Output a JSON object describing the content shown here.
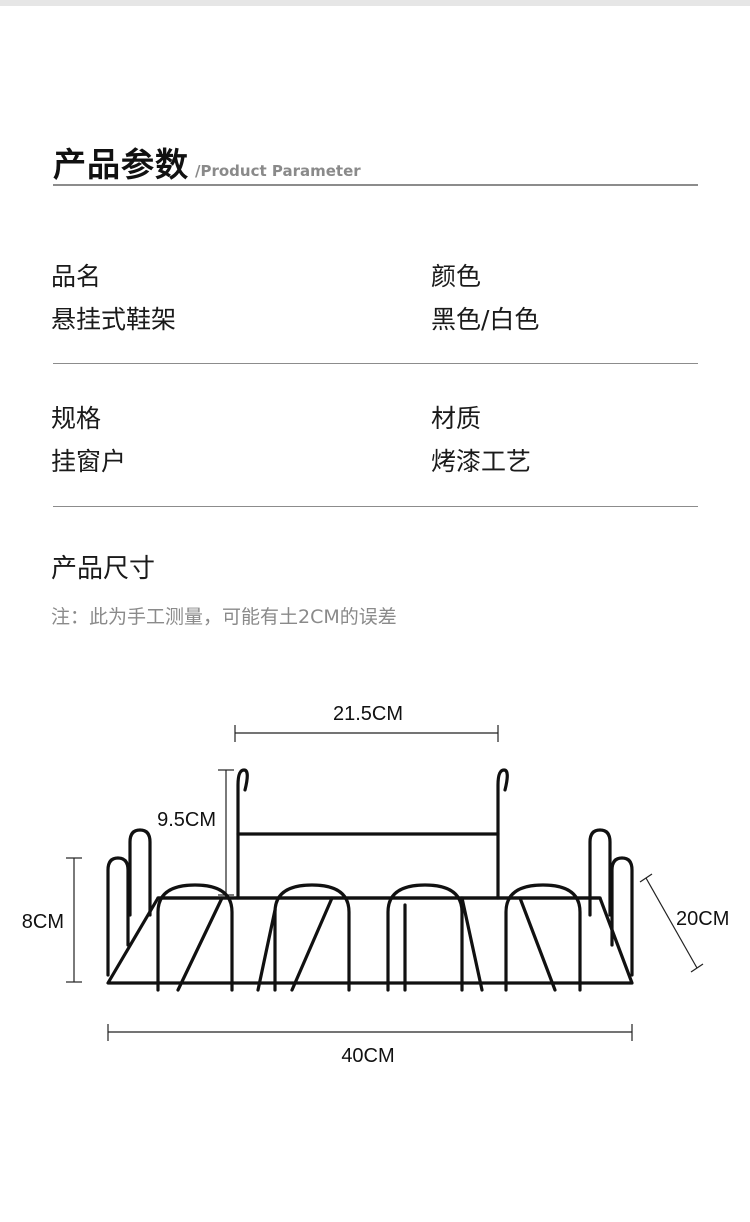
{
  "header": {
    "title": "产品参数",
    "subtitle": "/Product Parameter"
  },
  "specs": [
    {
      "label": "品名",
      "value": "悬挂式鞋架"
    },
    {
      "label": "颜色",
      "value": "黑色/白色"
    },
    {
      "label": "规格",
      "value": "挂窗户"
    },
    {
      "label": "材质",
      "value": "烤漆工艺"
    }
  ],
  "size_section": {
    "title": "产品尺寸",
    "note": "注：此为手工测量，可能有土2CM的误差"
  },
  "dimensions": {
    "top_width": "21.5CM",
    "hook_height": "9.5CM",
    "height": "8CM",
    "depth": "20CM",
    "length": "40CM"
  },
  "colors": {
    "rule": "#8c8c8c",
    "note": "#8a8a8a",
    "rack": "#111111"
  }
}
